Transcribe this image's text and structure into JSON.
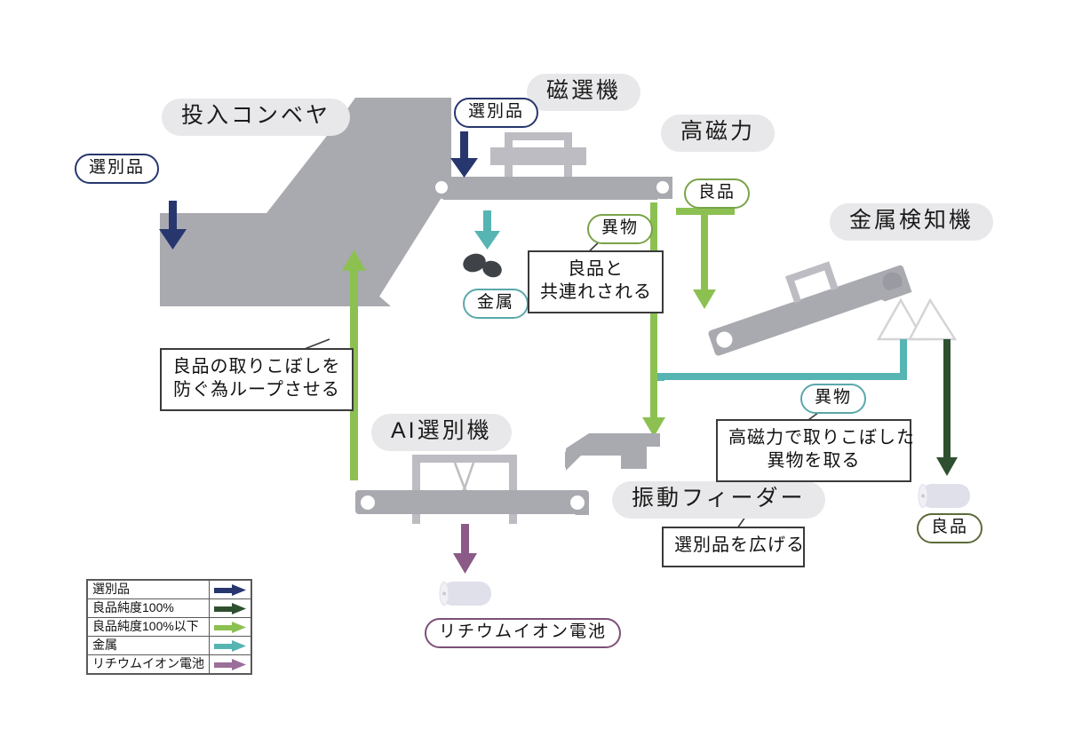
{
  "diagram": {
    "title_hidden": "",
    "machines": [
      {
        "id": "input-conveyor",
        "label": "投入コンベヤ"
      },
      {
        "id": "magnetic-separator",
        "label": "磁選機"
      },
      {
        "id": "high-magnetic",
        "label": "高磁力"
      },
      {
        "id": "metal-detector",
        "label": "金属検知機"
      },
      {
        "id": "ai-sorter",
        "label": "AI選別機"
      },
      {
        "id": "vibration-feeder",
        "label": "振動フィーダー"
      }
    ],
    "material_pills": [
      {
        "id": "sorted-input",
        "label": "選別品",
        "color": "blue"
      },
      {
        "id": "sorted-to-magnetic",
        "label": "選別品",
        "color": "blue"
      },
      {
        "id": "metal",
        "label": "金属",
        "color": "teal"
      },
      {
        "id": "foreign-magnetic",
        "label": "異物",
        "color": "green"
      },
      {
        "id": "good-magnetic",
        "label": "良品",
        "color": "green"
      },
      {
        "id": "foreign-detector",
        "label": "異物",
        "color": "teal"
      },
      {
        "id": "good-output",
        "label": "良品",
        "color": "olive"
      },
      {
        "id": "lithium-battery",
        "label": "リチウムイオン電池",
        "color": "purple"
      }
    ],
    "notes": [
      {
        "id": "loop-note",
        "lines": [
          "良品の取りこぼしを",
          "防ぐ為ループさせる"
        ]
      },
      {
        "id": "carryover-note",
        "lines": [
          "良品と",
          "共連れされる"
        ]
      },
      {
        "id": "highmag-note",
        "lines": [
          "高磁力で取りこぼした",
          "異物を取る"
        ]
      },
      {
        "id": "feeder-note",
        "lines": [
          "選別品を広げる"
        ]
      }
    ],
    "legend": {
      "rows": [
        {
          "label": "選別品",
          "color": "#27376e"
        },
        {
          "label": "良品純度100%",
          "color": "#2f5030"
        },
        {
          "label": "良品純度100%以下",
          "color": "#8cc152"
        },
        {
          "label": "金属",
          "color": "#56b5b3"
        },
        {
          "label": "リチウムイオン電池",
          "color": "#9b6f9b"
        }
      ]
    },
    "colors": {
      "machine_grey": "#a9a9b0",
      "pill_bg": "#e8e8ea",
      "arrow_blue": "#27376e",
      "arrow_teal": "#56b5b3",
      "arrow_green": "#8cc152",
      "arrow_darkgreen": "#2f5030",
      "arrow_purple": "#8b5a87",
      "metal_chunk": "#3f4246",
      "battery": "#dfe0ea"
    }
  }
}
